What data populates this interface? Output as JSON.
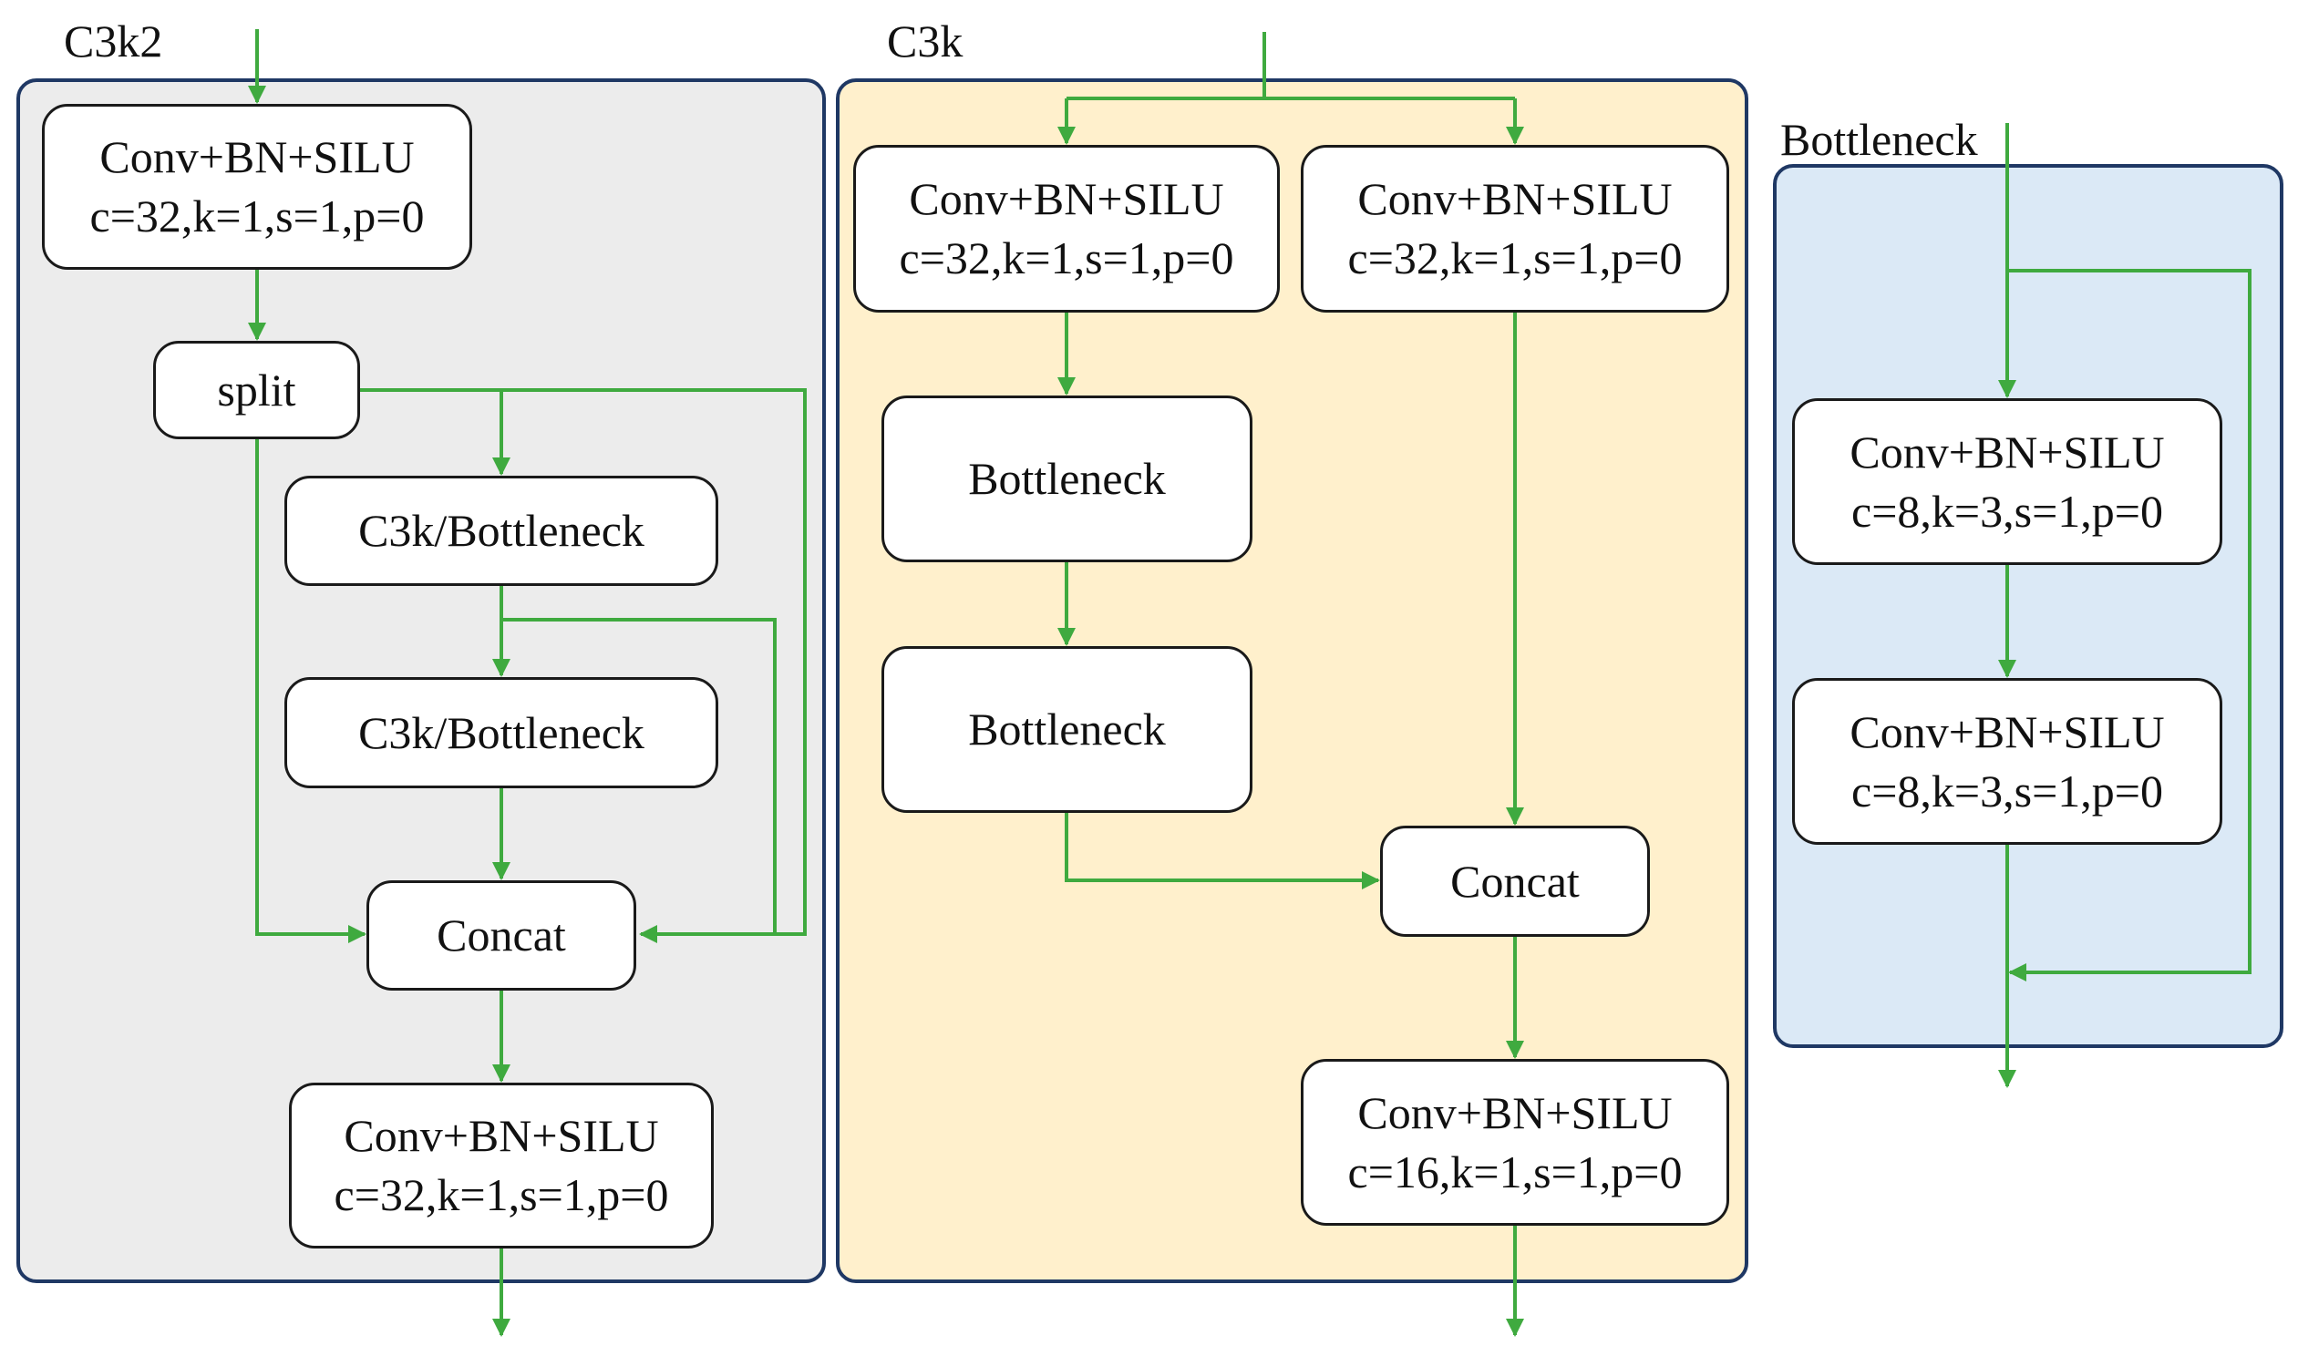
{
  "colors": {
    "arrow": "#3faa3f",
    "panel_border": "#1f3864",
    "c3k2_fill": "#ececec",
    "c3k_fill": "#fff0cc",
    "bottleneck_fill": "#dbe9f6"
  },
  "panels": {
    "c3k2": {
      "title": "C3k2",
      "conv_in": {
        "line1": "Conv+BN+SILU",
        "line2": "c=32,k=1,s=1,p=0"
      },
      "split": "split",
      "c3k_a": "C3k/Bottleneck",
      "c3k_b": "C3k/Bottleneck",
      "concat": "Concat",
      "conv_out": {
        "line1": "Conv+BN+SILU",
        "line2": "c=32,k=1,s=1,p=0"
      }
    },
    "c3k": {
      "title": "C3k",
      "conv_left": {
        "line1": "Conv+BN+SILU",
        "line2": "c=32,k=1,s=1,p=0"
      },
      "conv_right": {
        "line1": "Conv+BN+SILU",
        "line2": "c=32,k=1,s=1,p=0"
      },
      "bottleneck_a": "Bottleneck",
      "bottleneck_b": "Bottleneck",
      "concat": "Concat",
      "conv_out": {
        "line1": "Conv+BN+SILU",
        "line2": "c=16,k=1,s=1,p=0"
      }
    },
    "bottleneck": {
      "title": "Bottleneck",
      "conv_a": {
        "line1": "Conv+BN+SILU",
        "line2": "c=8,k=3,s=1,p=0"
      },
      "conv_b": {
        "line1": "Conv+BN+SILU",
        "line2": "c=8,k=3,s=1,p=0"
      }
    }
  }
}
